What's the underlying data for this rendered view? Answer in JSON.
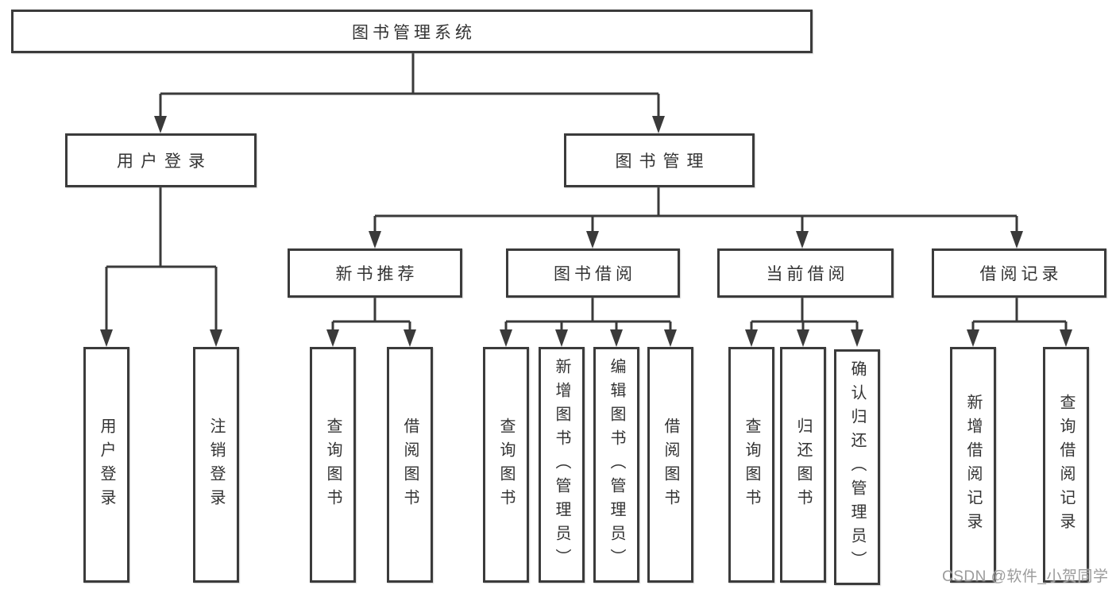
{
  "diagram": {
    "root": {
      "label": "图书管理系统"
    },
    "branches": [
      {
        "label": "用户登录",
        "children": [
          {
            "label": "用户登录"
          },
          {
            "label": "注销登录"
          }
        ]
      },
      {
        "label": "图书管理",
        "children": [
          {
            "label": "新书推荐",
            "children": [
              {
                "label": "查询图书"
              },
              {
                "label": "借阅图书"
              }
            ]
          },
          {
            "label": "图书借阅",
            "children": [
              {
                "label": "查询图书"
              },
              {
                "label": "新增图书（管理员）"
              },
              {
                "label": "编辑图书（管理员）"
              },
              {
                "label": "借阅图书"
              }
            ]
          },
          {
            "label": "当前借阅",
            "children": [
              {
                "label": "查询图书"
              },
              {
                "label": "归还图书"
              },
              {
                "label": "确认归还（管理员）"
              }
            ]
          },
          {
            "label": "借阅记录",
            "children": [
              {
                "label": "新增借阅记录"
              },
              {
                "label": "查询借阅记录"
              }
            ]
          }
        ]
      }
    ]
  },
  "watermark": {
    "text": "CSDN @软件_小贺同学"
  },
  "colors": {
    "line": "#3a3a3a",
    "box_border": "#3b3b3b",
    "text": "#333333",
    "watermark": "#9b9b9b",
    "background": "#ffffff"
  }
}
